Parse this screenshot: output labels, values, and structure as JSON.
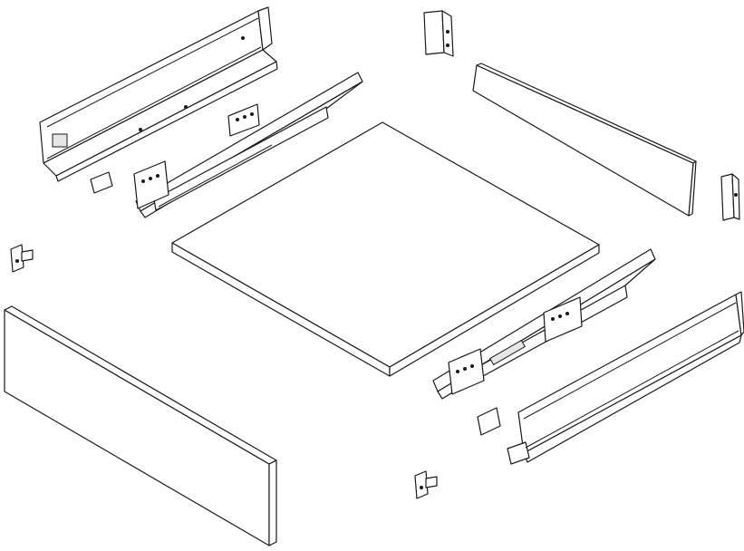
{
  "diagram": {
    "type": "exploded-assembly",
    "parts": [
      {
        "id": "drawer-side-left",
        "label": ""
      },
      {
        "id": "runner-left",
        "label": ""
      },
      {
        "id": "back-panel",
        "label": ""
      },
      {
        "id": "bottom-panel",
        "label": ""
      },
      {
        "id": "front-panel",
        "label": ""
      },
      {
        "id": "runner-right",
        "label": ""
      },
      {
        "id": "drawer-side-right",
        "label": ""
      },
      {
        "id": "back-bracket-left",
        "label": ""
      },
      {
        "id": "back-bracket-right",
        "label": ""
      },
      {
        "id": "front-clip-left",
        "label": ""
      },
      {
        "id": "front-clip-right",
        "label": ""
      },
      {
        "id": "cover-cap-left",
        "label": ""
      },
      {
        "id": "cover-cap-right",
        "label": ""
      }
    ],
    "line_color": "#1a1a1a",
    "background": "#ffffff"
  }
}
